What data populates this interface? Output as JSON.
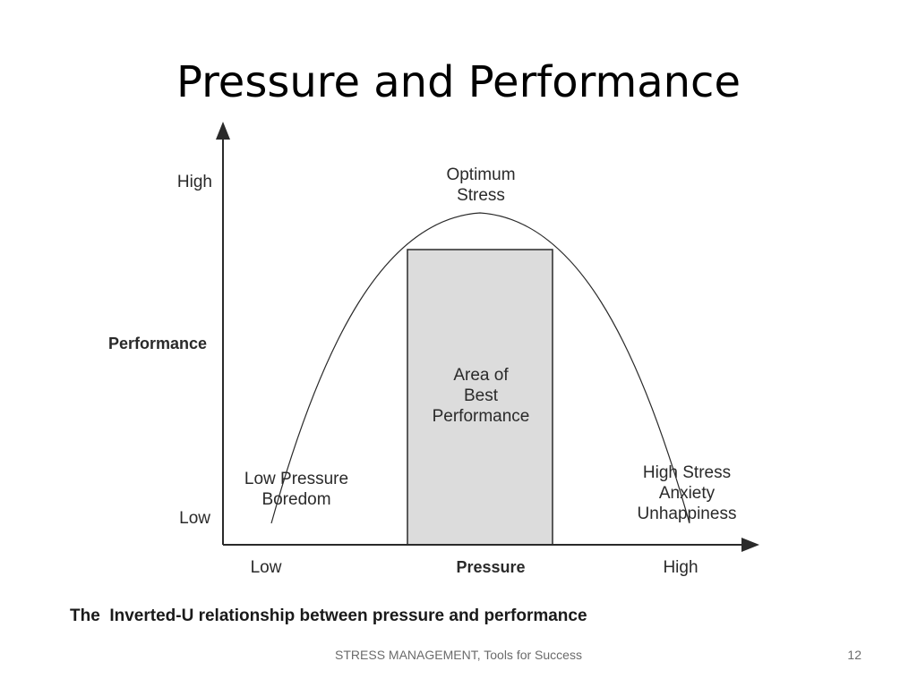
{
  "slide": {
    "title": "Pressure and Performance",
    "footer": "STRESS MANAGEMENT, Tools for Success",
    "page_number": "12"
  },
  "diagram": {
    "y_axis": {
      "label": "Performance",
      "high": "High",
      "low": "Low"
    },
    "x_axis": {
      "label": "Pressure",
      "low": "Low",
      "high": "High"
    },
    "peak_label": [
      "Optimum",
      "Stress"
    ],
    "best_area_label": [
      "Area of",
      "Best",
      "Performance"
    ],
    "left_zone_label": [
      "Low Pressure",
      "Boredom"
    ],
    "right_zone_label": [
      "High Stress",
      "Anxiety",
      "Unhappiness"
    ],
    "caption": "The  Inverted-U relationship between pressure and performance",
    "colors": {
      "best_area_fill": "#dcdcdc",
      "stroke": "#2a2a2a"
    }
  }
}
